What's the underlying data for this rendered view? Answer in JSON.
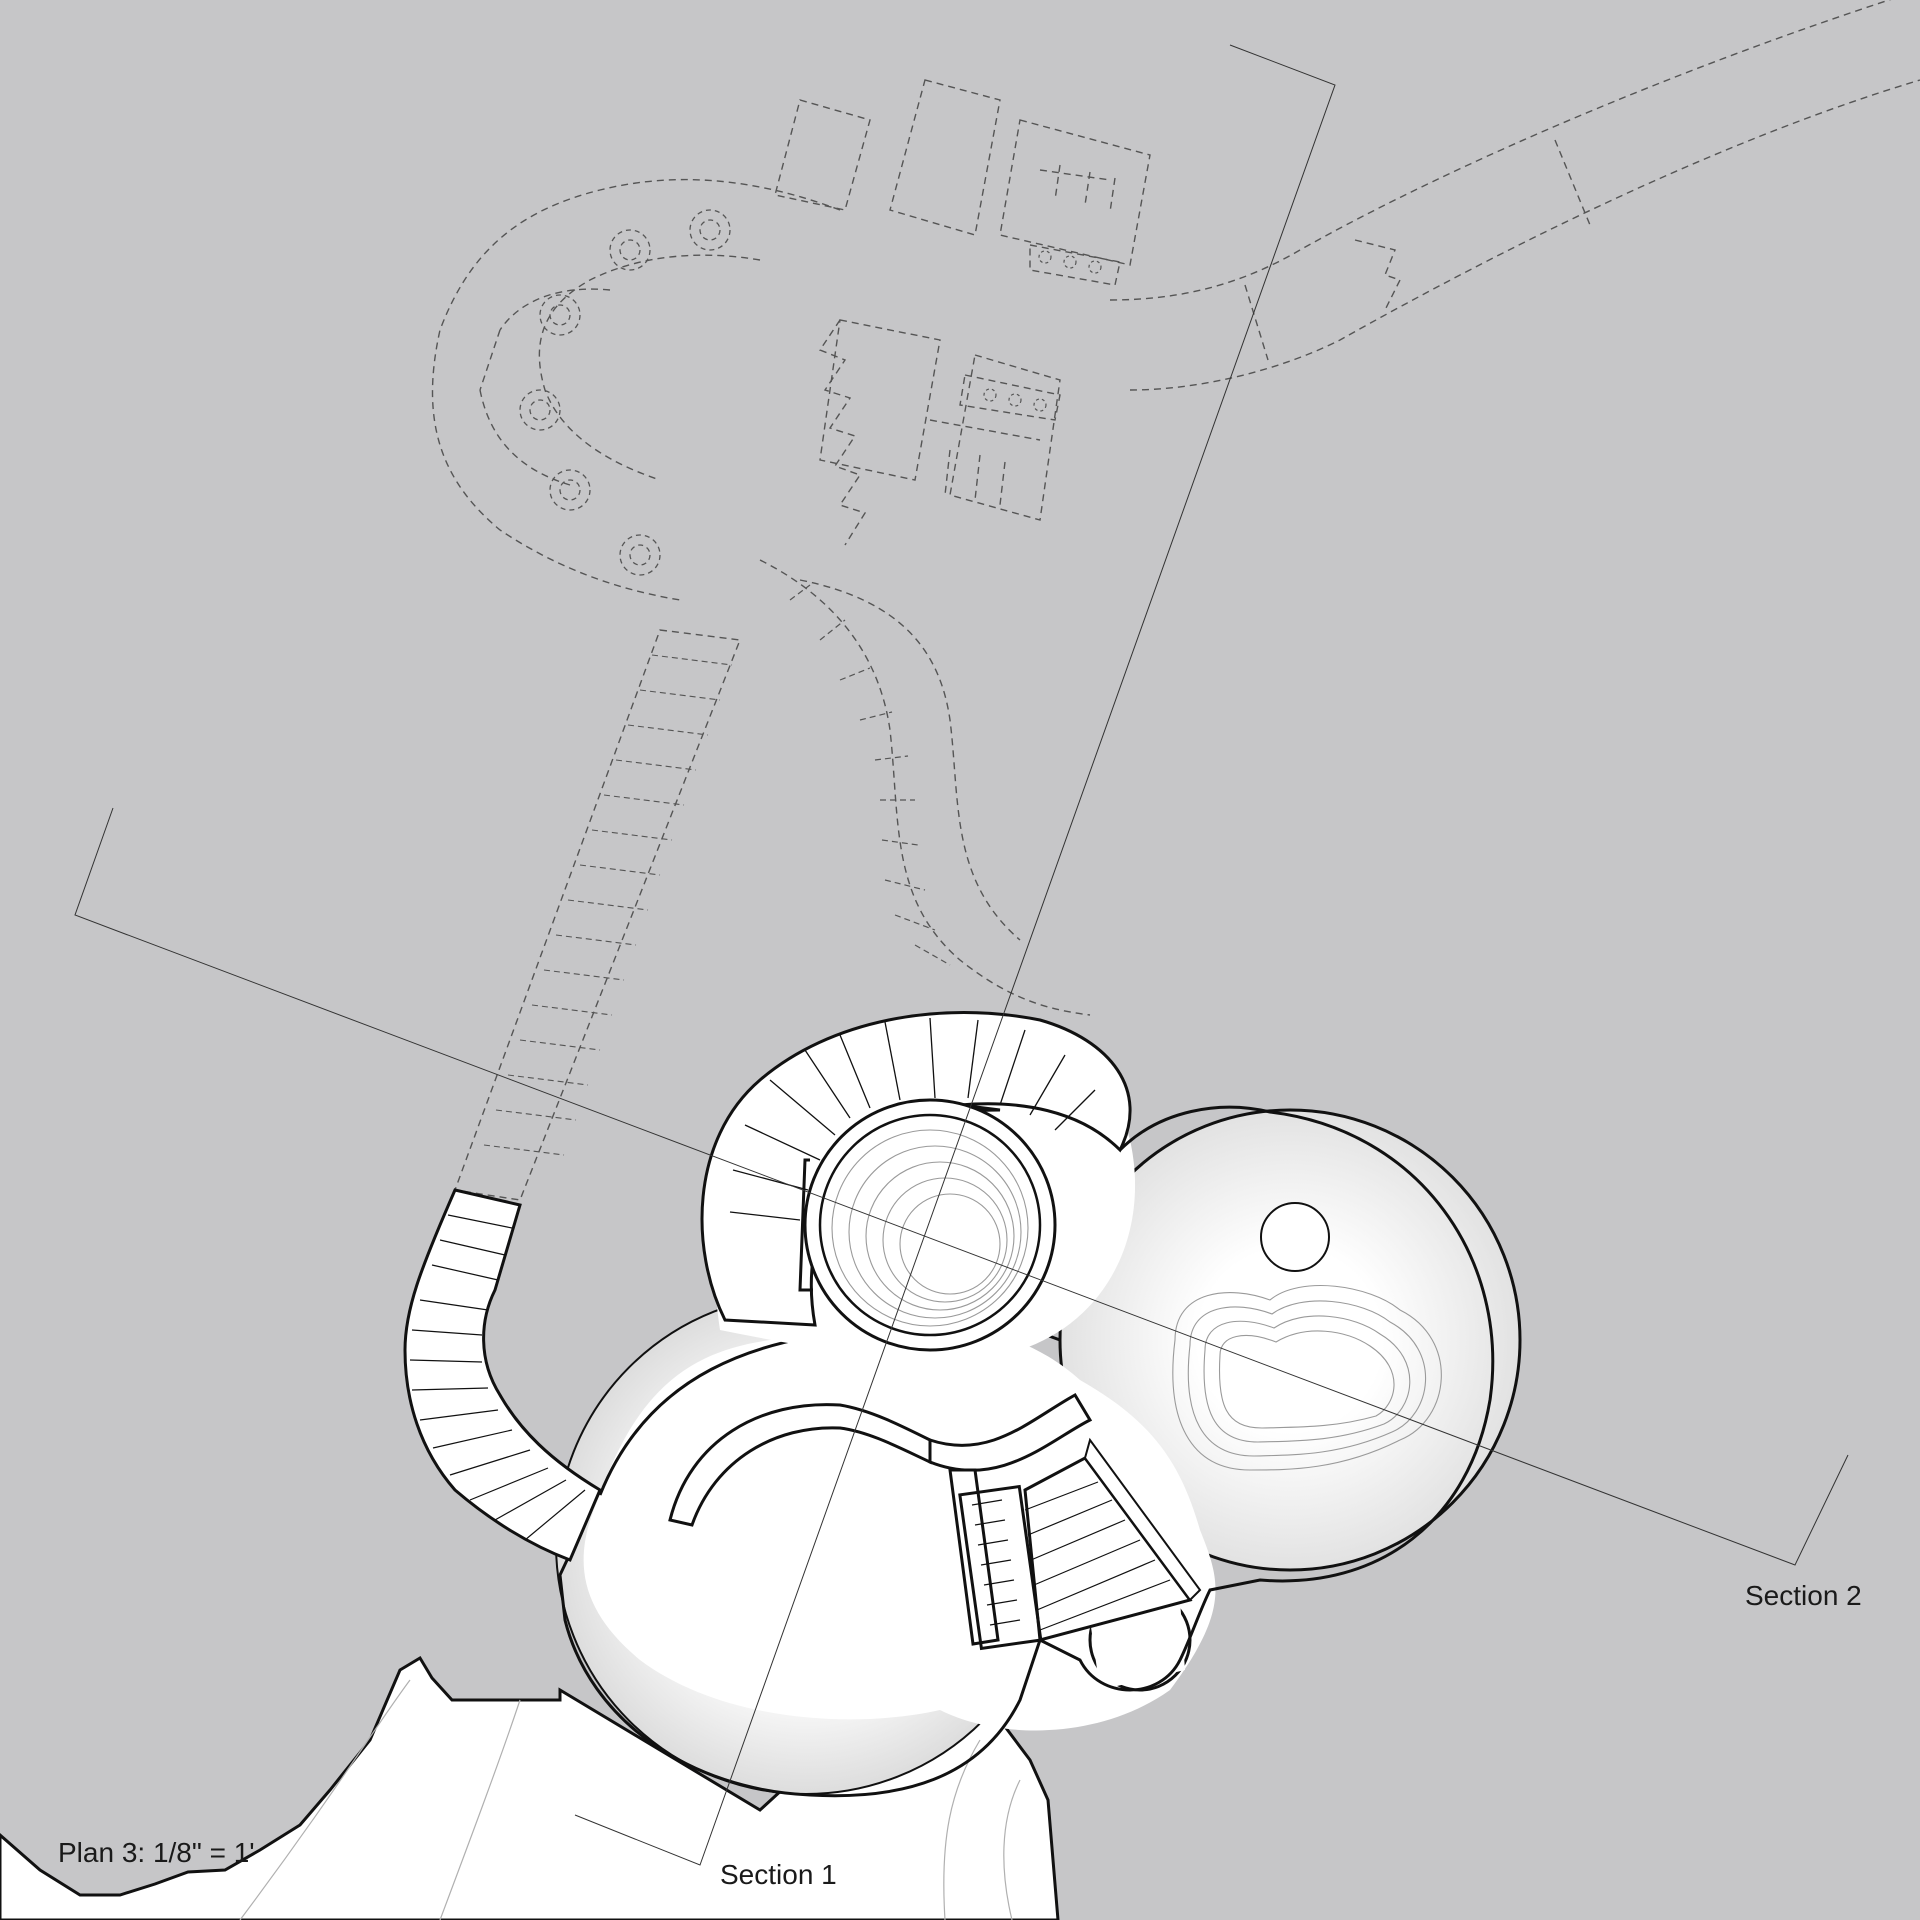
{
  "labels": {
    "section_1": "Section 1",
    "section_2": "Section 2",
    "scale": "Plan 3: 1/8\" = 1'"
  },
  "colors": {
    "background": "#c6c6c8",
    "floor": "#ffffff",
    "wall": "#111111",
    "hidden_line": "#555555",
    "contour": "#9a9a9a"
  }
}
